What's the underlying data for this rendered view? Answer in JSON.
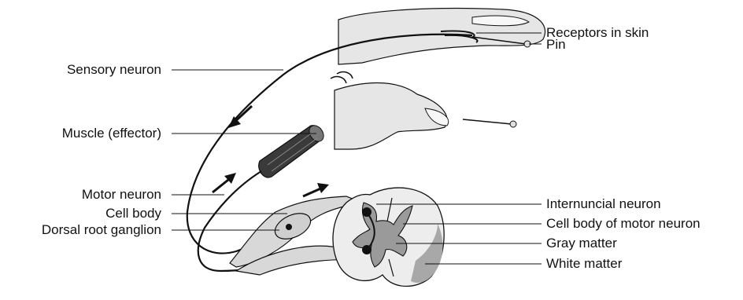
{
  "labels": {
    "receptors_in_skin": "Receptors in skin",
    "pin": "Pin",
    "sensory_neuron": "Sensory neuron",
    "muscle_effector": "Muscle (effector)",
    "motor_neuron": "Motor neuron",
    "cell_body": "Cell body",
    "dorsal_root_ganglion": "Dorsal root ganglion",
    "internuncial_neuron": "Internuncial neuron",
    "cell_body_of_motor_neuron": "Cell body of motor neuron",
    "gray_matter": "Gray matter",
    "white_matter": "White matter"
  },
  "colors": {
    "skin": "#e6e6e6",
    "white_matter": "#ededed",
    "gray_matter": "#9a9a9a",
    "muscle": "#3a3a3a",
    "line": "#111111"
  }
}
